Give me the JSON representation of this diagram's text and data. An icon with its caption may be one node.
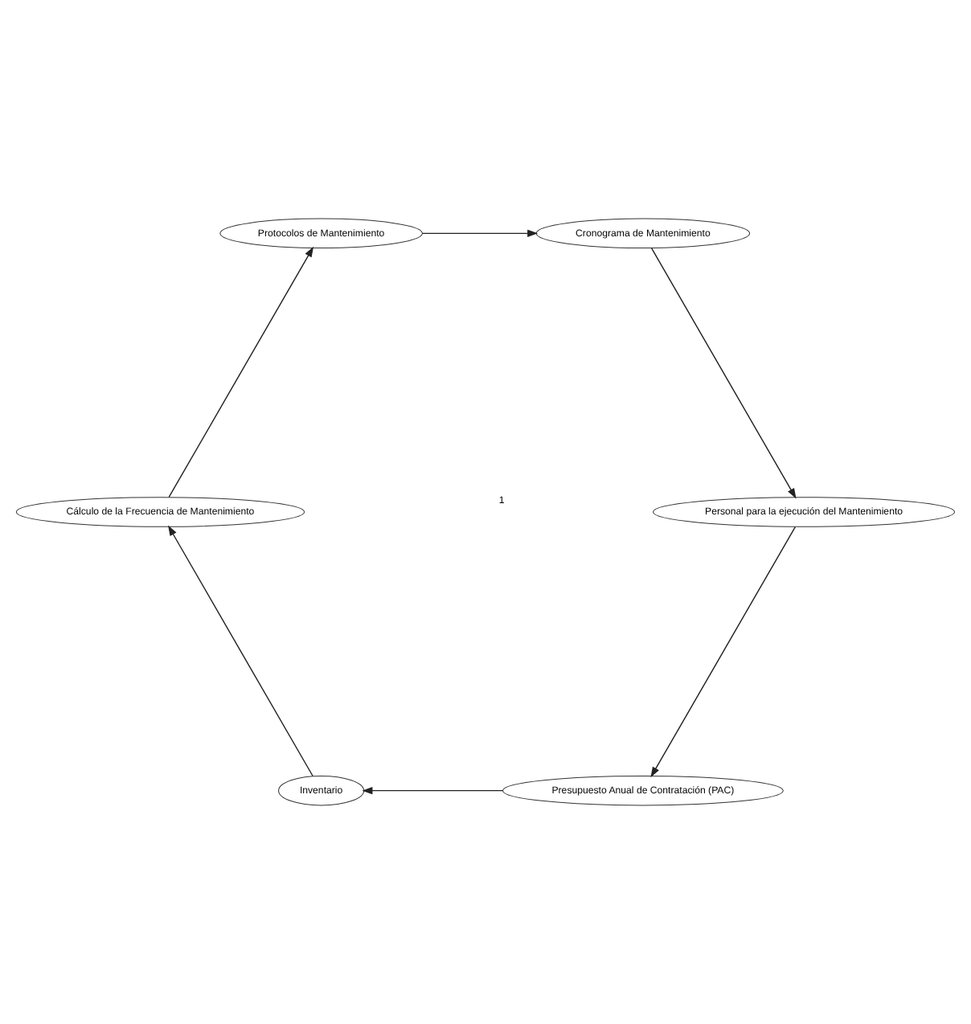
{
  "diagram": {
    "nodes": [
      {
        "text": [
          "Presupuesto Anual de Contratación (PAC)"
        ]
      },
      {
        "text": [
          "Inventario"
        ]
      },
      {
        "text": [
          "Personal para la ejecución del Mantenimiento"
        ]
      },
      {
        "text": [
          "Cálculo de la Frecuencia de Mantenimiento"
        ]
      },
      {
        "text": [
          "Cronograma de Mantenimiento"
        ]
      },
      {
        "text": [
          "Protocolos de Mantenimiento"
        ]
      }
    ],
    "edges": [
      {
        "from": 1,
        "to": 3,
        "arrow": "to"
      },
      {
        "from": 3,
        "to": 5,
        "arrow": "to"
      },
      {
        "from": 5,
        "to": 4,
        "arrow": "to"
      },
      {
        "from": 4,
        "to": 2,
        "arrow": "to"
      },
      {
        "from": 2,
        "to": 0,
        "arrow": "to"
      },
      {
        "from": 0,
        "to": 1,
        "arrow": "to"
      }
    ],
    "labels": [
      "1"
    ]
  }
}
